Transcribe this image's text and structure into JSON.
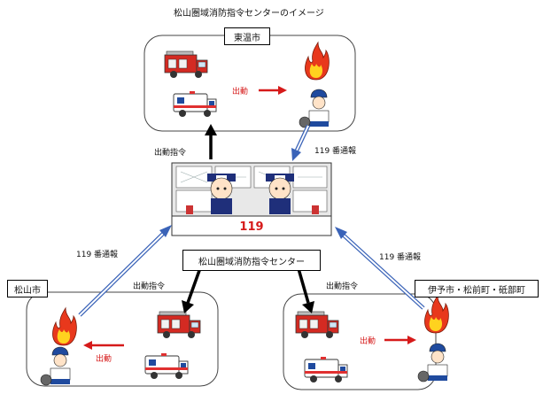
{
  "title": "松山圏域消防指令センターのイメージ",
  "center_label": "松山圏域消防指令センター",
  "console_number": "119",
  "areas": {
    "top": "東温市",
    "left": "松山市",
    "right": "伊予市・松前町・砥部町"
  },
  "labels": {
    "dispatch_top": "出動指令",
    "report_top": "119 番通報",
    "report_left": "119 番通報",
    "report_right": "119 番通報",
    "dispatch_left": "出動指令",
    "dispatch_right": "出動指令",
    "deploy_top": "出動",
    "deploy_left": "出動",
    "deploy_right": "出動"
  },
  "colors": {
    "fire_truck": "#d42a22",
    "deploy_arrow": "#d61a1a",
    "report_arrow": "#3a63b8",
    "dispatch_arrow": "#000000",
    "flame_outer": "#e8381c",
    "flame_inner": "#ffd21f"
  }
}
